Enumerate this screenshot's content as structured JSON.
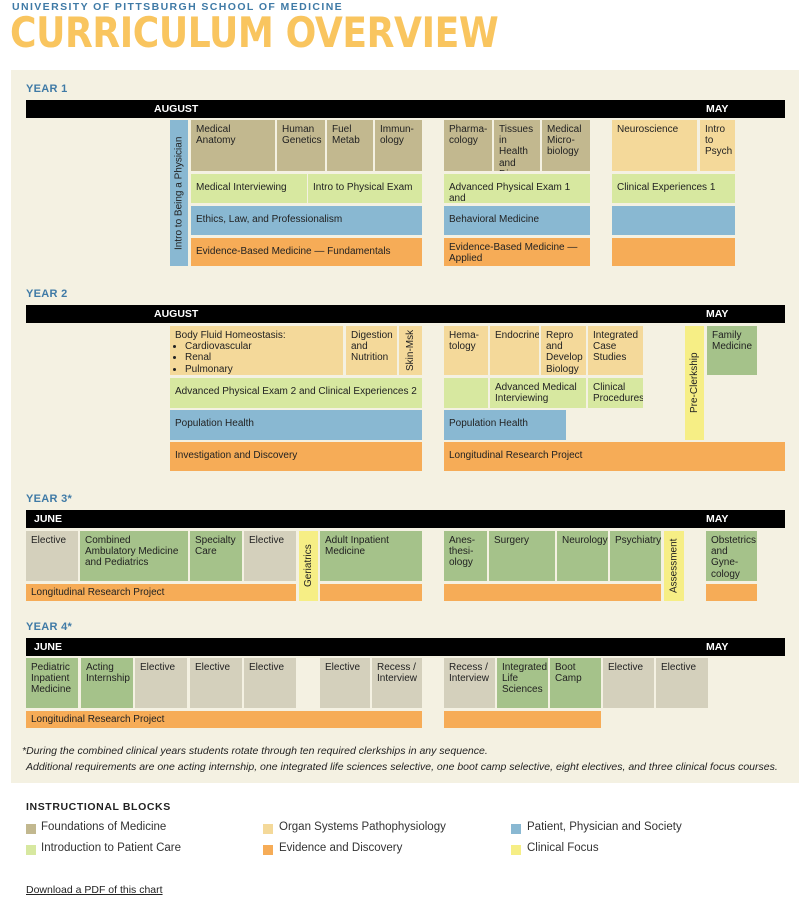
{
  "header": {
    "school": "UNIVERSITY OF PITTSBURGH SCHOOL OF MEDICINE",
    "title": "CURRICULUM OVERVIEW"
  },
  "years": {
    "y1": {
      "label": "YEAR 1",
      "start": "AUGUST",
      "end": "MAY",
      "blocks": {
        "intro_physician": "Intro to Being a Physician",
        "medical_anatomy": "Medical Anatomy",
        "human_genetics": "Human Genetics",
        "fuel_metab": "Fuel Metab",
        "immunology": "Immun-ology",
        "medical_interviewing": "Medical Interviewing",
        "intro_physical_exam": "Intro to Physical Exam",
        "ethics": "Ethics, Law, and Professionalism",
        "ebm_fundamentals": "Evidence-Based Medicine — Fundamentals",
        "pharmacology": "Pharma-cology",
        "tissues": "Tissues in Health and Disease",
        "micro": "Medical Micro-biology",
        "adv_exam1": "Advanced Physical Exam 1 and",
        "behavioral": "Behavioral Medicine",
        "ebm_applied": "Evidence-Based Medicine — Applied",
        "neuroscience": "Neuroscience",
        "intro_psych": "Intro to Psych",
        "clinical_exp1": "Clinical Experiences 1"
      }
    },
    "y2": {
      "label": "YEAR 2",
      "start": "AUGUST",
      "end": "MAY",
      "blocks": {
        "body_fluid": "Body Fluid Homeostasis:",
        "body_fluid_items": [
          "Cardiovascular",
          "Renal",
          "Pulmonary"
        ],
        "digestion": "Digestion and Nutrition",
        "skin_msk": "Skin-Msk",
        "adv_exam2": "Advanced Physical Exam 2 and Clinical Experiences 2",
        "pop_health_a": "Population Health",
        "investigation": "Investigation and Discovery",
        "hematology": "Hema-tology",
        "endocrine": "Endocrine",
        "repro": "Repro and Develop Biology",
        "integrated_case": "Integrated Case Studies",
        "adv_interviewing": "Advanced Medical Interviewing",
        "clinical_procedures": "Clinical Procedures",
        "pop_health_b": "Population Health",
        "longitudinal": "Longitudinal Research Project",
        "pre_clerkship": "Pre-Clerkship",
        "family_medicine": "Family Medicine"
      }
    },
    "y3": {
      "label": "YEAR 3*",
      "start": "JUNE",
      "end": "MAY",
      "blocks": {
        "elective1": "Elective",
        "combined": "Combined Ambulatory Medicine and Pediatrics",
        "specialty": "Specialty Care",
        "elective2": "Elective",
        "geriatrics": "Geriatrics",
        "adult_inpatient": "Adult Inpatient Medicine",
        "longitudinal": "Longitudinal Research Project",
        "anesthesiology": "Anes-thesi-ology",
        "surgery": "Surgery",
        "neurology": "Neurology",
        "psychiatry": "Psychiatry",
        "assessment": "Assessment",
        "obgyn": "Obstetrics and Gyne-cology"
      }
    },
    "y4": {
      "label": "YEAR 4*",
      "start": "JUNE",
      "end": "MAY",
      "blocks": {
        "ped_inpatient": "Pediatric Inpatient Medicine",
        "acting": "Acting Internship",
        "elective1": "Elective",
        "elective2": "Elective",
        "elective3": "Elective",
        "elective4": "Elective",
        "recess1": "Recess / Interview",
        "recess2": "Recess / Interview",
        "ils": "Integrated Life Sciences",
        "boot_camp": "Boot Camp",
        "elective5": "Elective",
        "elective6": "Elective",
        "longitudinal": "Longitudinal Research Project"
      }
    }
  },
  "footnote": {
    "line1": "*During the combined clinical years students rotate through ten required clerkships in any sequence.",
    "line2": "Additional requirements are one acting internship, one integrated life sciences selective, one boot camp selective, eight electives, and three clinical focus courses."
  },
  "legend": {
    "title": "INSTRUCTIONAL BLOCKS",
    "items": [
      {
        "label": "Foundations of Medicine",
        "color": "#c2b88f"
      },
      {
        "label": "Organ Systems Pathophysiology",
        "color": "#f4d99a"
      },
      {
        "label": "Patient, Physician and Society",
        "color": "#89b8d2"
      },
      {
        "label": "Introduction to Patient Care",
        "color": "#d7e8a0"
      },
      {
        "label": "Evidence and Discovery",
        "color": "#f6ac57"
      },
      {
        "label": "Clinical Focus",
        "color": "#f6ee85"
      }
    ]
  },
  "download_link": "Download a PDF of this chart"
}
